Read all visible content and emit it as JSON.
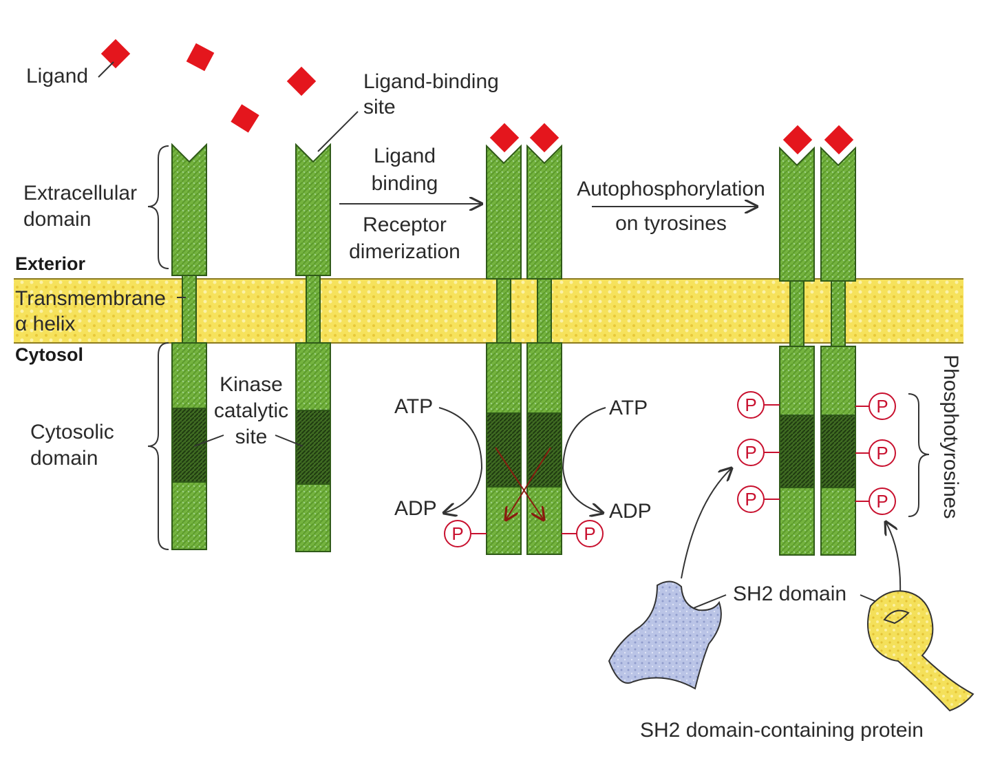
{
  "labels": {
    "ligand": "Ligand",
    "ligand_binding_site_1": "Ligand-binding",
    "ligand_binding_site_2": "site",
    "extracellular_1": "Extracellular",
    "extracellular_2": "domain",
    "exterior": "Exterior",
    "transmembrane_1": "Transmembrane",
    "transmembrane_2": "α helix",
    "cytosol": "Cytosol",
    "cytosolic_1": "Cytosolic",
    "cytosolic_2": "domain",
    "kinase_1": "Kinase",
    "kinase_2": "catalytic",
    "kinase_3": "site",
    "step1_a": "Ligand",
    "step1_b": "binding",
    "step1_c": "Receptor",
    "step1_d": "dimerization",
    "step2_a": "Autophosphorylation",
    "step2_b": "on tyrosines",
    "atp": "ATP",
    "adp": "ADP",
    "phosphate": "P",
    "phosphotyrosines": "Phosphotyrosines",
    "sh2_domain": "SH2 domain",
    "sh2_protein": "SH2 domain-containing protein"
  },
  "colors": {
    "ligand": "#e4161d",
    "receptor": "#6fae3a",
    "receptor_dark": "#2f5a18",
    "membrane": "#f5e25a",
    "phosphate": "#c8102e",
    "sh2_blue": "#b9c3e4",
    "sh2_yellow": "#f3e05a"
  }
}
